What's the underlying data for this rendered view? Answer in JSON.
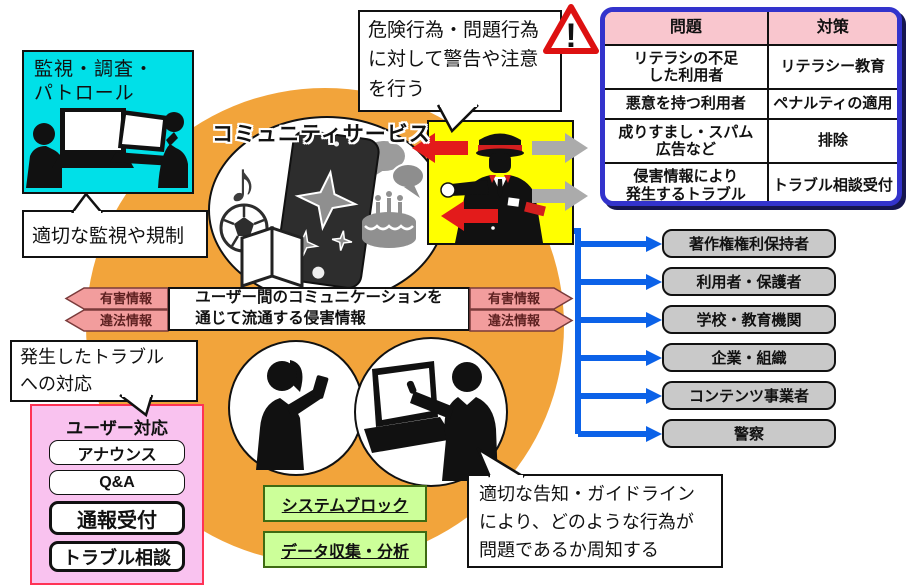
{
  "surveillance": {
    "title": "監視・調査・\nパトロール",
    "bubble": "適切な監視や規制"
  },
  "community": {
    "label": "コミュニティサービス"
  },
  "warning": {
    "bubble": "危険行為・問題行為\nに対して警告や注意\nを行う",
    "icon": "exclamation-triangle",
    "mark": "!"
  },
  "table": {
    "headers": [
      "問題",
      "対策"
    ],
    "rows": [
      {
        "problem": "リテラシの不足\nした利用者",
        "measure": "リテラシー教育"
      },
      {
        "problem": "悪意を持つ利用者",
        "measure": "ペナルティの適用"
      },
      {
        "problem": "成りすまし・スパム\n広告など",
        "measure": "排除"
      },
      {
        "problem": "侵害情報により\n発生するトラブル",
        "measure": "トラブル相談受付"
      }
    ]
  },
  "stakeholders": {
    "items": [
      "著作権権利保持者",
      "利用者・保護者",
      "学校・教育機関",
      "企業・組織",
      "コンテンツ事業者",
      "警察"
    ]
  },
  "band": {
    "center": "ユーザー間のコミュニケーションを\n通じて流通する侵害情報",
    "left": [
      "有害情報",
      "違法情報"
    ],
    "right": [
      "有害情報",
      "違法情報"
    ]
  },
  "trouble": {
    "bubble": "発生したトラブル\nへの対応"
  },
  "user_response": {
    "title": "ユーザー対応",
    "items": [
      "アナウンス",
      "Q&A",
      "通報受付",
      "トラブル相談"
    ]
  },
  "system": {
    "items": [
      "システムブロック",
      "データ収集・分析"
    ]
  },
  "notice": {
    "bubble": "適切な告知・ガイドライン\nにより、どのような行為が\n問題であるか周知する"
  },
  "colors": {
    "orange_disc": "#F2A43B",
    "cyan_box": "#00E0E8",
    "yellow_box": "#FFFF00",
    "table_frame_blue": "#3333CC",
    "table_header_pink": "#F9C6CE",
    "band_arrow_salmon": "#F29D9D",
    "pink_panel": "#F9C2EF",
    "pink_panel_border": "#FF3355",
    "green_box": "#CCFF99",
    "gray_box": "#C9C9C9",
    "blue_arrow": "#0C62E8",
    "red_arrow": "#E31B1B",
    "gray_arrow": "#ABABAB"
  }
}
